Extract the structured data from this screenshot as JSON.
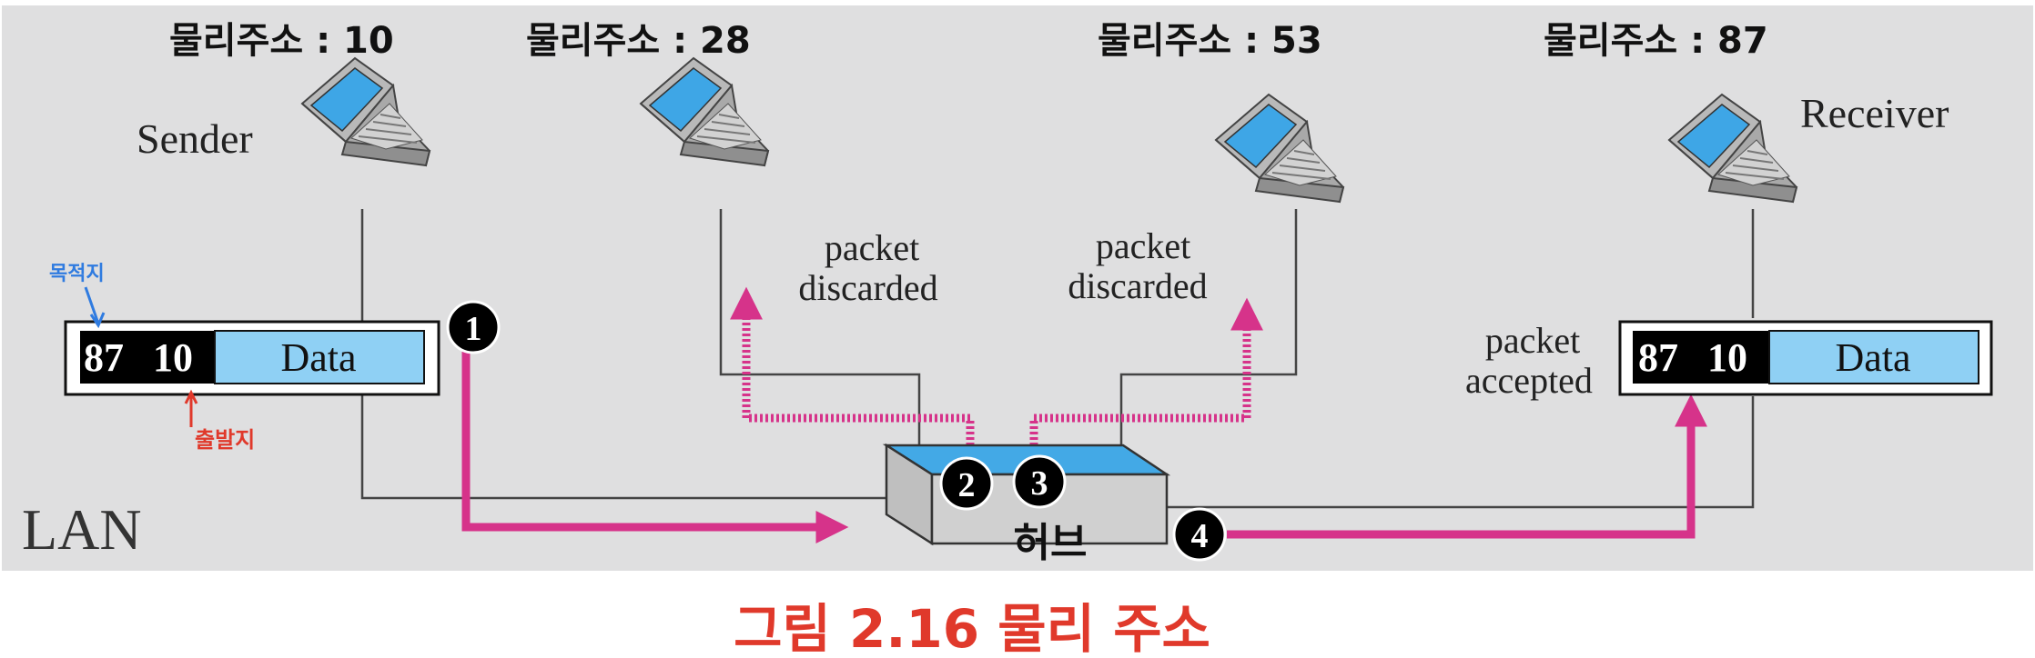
{
  "diagram": {
    "background": "#dfdfe0",
    "accent": "#d6338a",
    "caption_color": "#e0392b",
    "lan_label": "LAN",
    "hub_label": "허브",
    "caption": "그림 2.16 물리 주소",
    "hosts": [
      {
        "address_label": "물리주소 : 10",
        "role": "Sender"
      },
      {
        "address_label": "물리주소 : 28",
        "role": ""
      },
      {
        "address_label": "물리주소 : 53",
        "role": ""
      },
      {
        "address_label": "물리주소 : 87",
        "role": "Receiver"
      }
    ],
    "frames": [
      {
        "destination": "87",
        "source": "10",
        "payload": "Data"
      },
      {
        "destination": "87",
        "source": "10",
        "payload": "Data"
      }
    ],
    "annotations": {
      "destination_note": "목적지",
      "source_note": "출발지",
      "discarded_1_line1": "packet",
      "discarded_1_line2": "discarded",
      "discarded_2_line1": "packet",
      "discarded_2_line2": "discarded",
      "accepted_line1": "packet",
      "accepted_line2": "accepted"
    },
    "steps": [
      "1",
      "2",
      "3",
      "4"
    ]
  }
}
